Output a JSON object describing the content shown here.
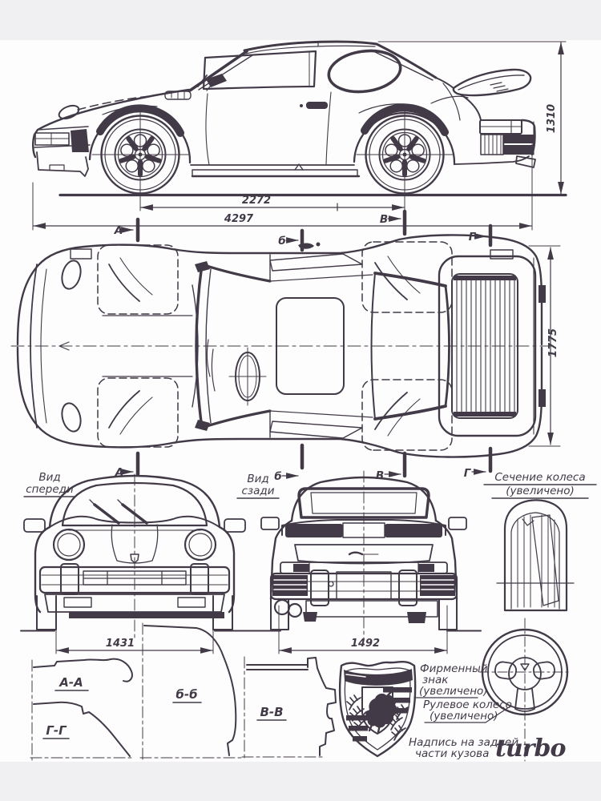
{
  "colors": {
    "ink": "#423a47",
    "paper": "#fdfdfe",
    "band": "#f0f0f2"
  },
  "dimensions": {
    "overall_height": "1310",
    "wheelbase": "2272",
    "overall_length": "4297",
    "overall_width": "1775",
    "front_track": "1431",
    "rear_track": "1492"
  },
  "section_markers": {
    "a": "А",
    "b": "б",
    "v": "В",
    "g": "Г"
  },
  "section_views": {
    "aa": "А-А",
    "bb": "б-б",
    "vv": "В-В",
    "gg": "Г-Г"
  },
  "view_labels": {
    "front_line1": "Вид",
    "front_line2": "спереди",
    "rear_line1": "Вид",
    "rear_line2": "сзади",
    "spare_line1": "Сечение колеса",
    "spare_line2": "(увеличено)"
  },
  "annotations": {
    "crest_line1": "Фирменный",
    "crest_line2": "знак",
    "crest_line3": "(увеличено)",
    "steering_line1": "Рулевое колесо",
    "steering_line2": "(увеличено)",
    "badge_line1": "Надпись на задней",
    "badge_line2": "части кузова",
    "logo": "turbo"
  }
}
